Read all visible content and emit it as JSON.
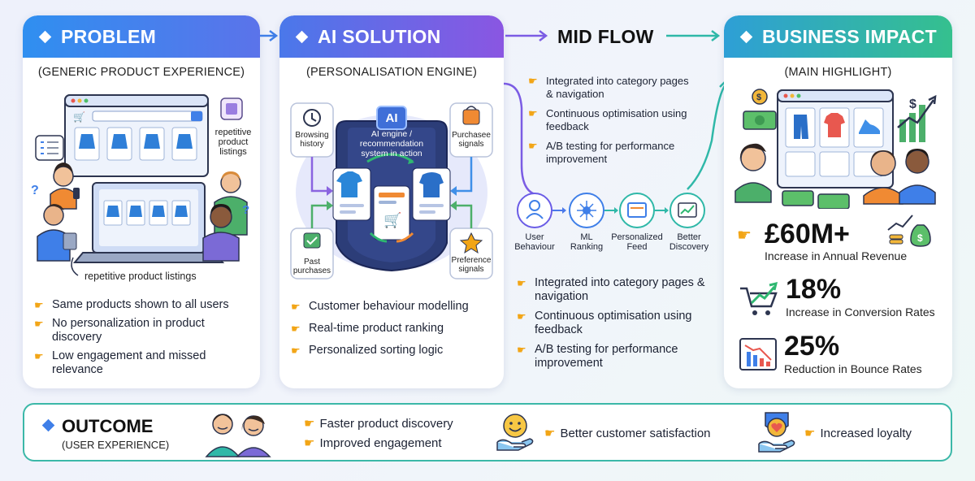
{
  "problem": {
    "title": "PROBLEM",
    "subtitle": "(GENERIC PRODUCT EXPERIENCE)",
    "listing_tag": "repetitive product listings",
    "caption": "repetitive product listings",
    "bullets": [
      "Same products shown to all users",
      "No personalization in product discovery",
      "Low engagement and missed relevance"
    ]
  },
  "solution": {
    "title": "AI SOLUTION",
    "subtitle": "(PERSONALISATION ENGINE)",
    "ai_badge": "AI",
    "engine_label": "AI engine / recommendation system in action",
    "inputs": {
      "browsing": "Browsing history",
      "purchase": "Purchasee signals",
      "past": "Past purchases",
      "preference": "Preference signals"
    },
    "bullets": [
      "Customer behaviour modelling",
      "Real-time product ranking",
      "Personalized sorting logic"
    ]
  },
  "midflow": {
    "title": "MID FLOW",
    "top_bullets": [
      "Integrated into category pages & navigation",
      "Continuous optimisation using feedback",
      "A/B testing for performance improvement"
    ],
    "steps": [
      "User Behaviour",
      "ML Ranking",
      "Personalized Feed",
      "Better Discovery"
    ],
    "bottom_bullets": [
      "Integrated into category pages & navigation",
      "Continuous optimisation using feedback",
      "A/B testing for performance improvement"
    ]
  },
  "impact": {
    "title": "BUSINESS IMPACT",
    "subtitle": "(MAIN HIGHLIGHT)",
    "revenue_value": "£60M+",
    "revenue_label": "Increase in Annual Revenue",
    "conversion_value": "18%",
    "conversion_label": "Increase in Conversion Rates",
    "bounce_value": "25%",
    "bounce_label": "Reduction in Bounce Rates"
  },
  "outcome": {
    "title": "OUTCOME",
    "subtitle": "(USER EXPERIENCE)",
    "items": [
      "Faster product discovery",
      "Improved engagement",
      "Better customer satisfaction",
      "Increased loyalty"
    ]
  },
  "colors": {
    "problem_head": "#3f7fe8",
    "solution_head": "#6a5ce6",
    "impact_head": "#2fb8a8",
    "accent_gold": "#f2a516",
    "outcome_border": "#3bb8a8"
  }
}
